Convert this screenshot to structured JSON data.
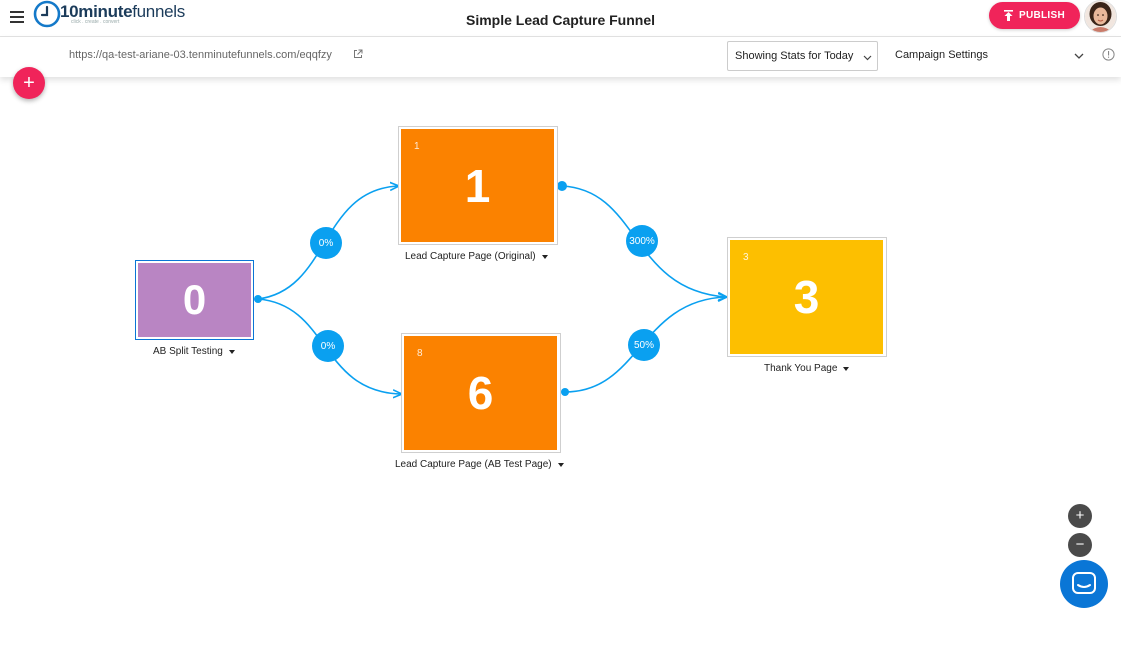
{
  "header": {
    "title": "Simple Lead Capture Funnel",
    "logo_main": "10minute",
    "logo_light": "funnels",
    "logo_tagline": "click . create . convert",
    "publish_label": "PUBLISH"
  },
  "subbar": {
    "url": "https://qa-test-ariane-03.tenminutefunnels.com/eqqfzy",
    "stats_select": "Showing Stats for Today",
    "campaign_settings": "Campaign Settings"
  },
  "fab": {
    "add_label": "+"
  },
  "nodes": [
    {
      "label": "AB Split Testing",
      "value": "0",
      "color": "#b985c3",
      "id_text": ""
    },
    {
      "label": "Lead Capture Page (Original)",
      "value": "1",
      "color": "#fb8200",
      "id_text": "1"
    },
    {
      "label": "Lead Capture Page (AB Test Page)",
      "value": "6",
      "color": "#fb8200",
      "id_text": "8"
    },
    {
      "label": "Thank You Page",
      "value": "3",
      "color": "#fdbf00",
      "id_text": "3"
    }
  ],
  "badges": {
    "split_to_original": "0%",
    "split_to_abtest": "0%",
    "original_to_thanks": "300%",
    "abtest_to_thanks": "50%"
  },
  "zoom": {
    "in_label": "+",
    "out_label": "−"
  },
  "colors": {
    "accent": "#f0245a",
    "connector": "#0aa0f0",
    "chat": "#0a76d6"
  }
}
